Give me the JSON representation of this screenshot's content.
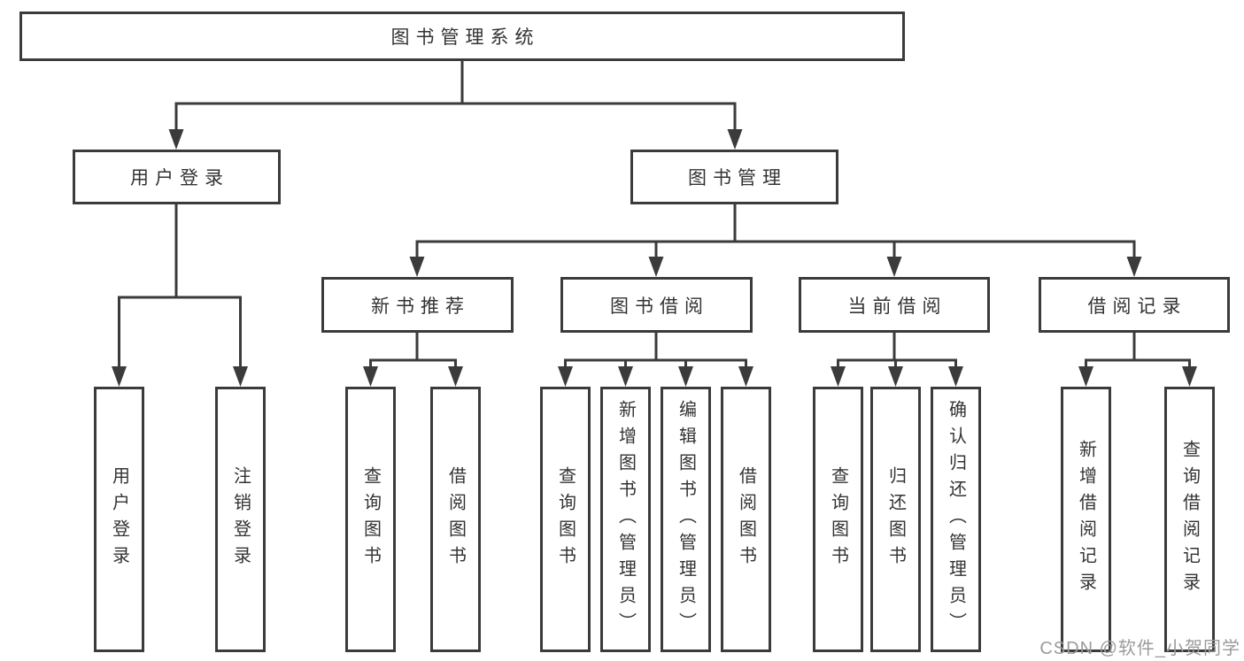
{
  "diagram": {
    "root": {
      "label": "图书管理系统"
    },
    "branches": [
      {
        "label": "用户登录",
        "children": [
          {
            "label": "用户登录"
          },
          {
            "label": "注销登录"
          }
        ]
      },
      {
        "label": "图书管理",
        "children": [
          {
            "label": "新书推荐",
            "children": [
              {
                "label": "查询图书"
              },
              {
                "label": "借阅图书"
              }
            ]
          },
          {
            "label": "图书借阅",
            "children": [
              {
                "label": "查询图书"
              },
              {
                "label": "新增图书（管理员）"
              },
              {
                "label": "编辑图书（管理员）"
              },
              {
                "label": "借阅图书"
              }
            ]
          },
          {
            "label": "当前借阅",
            "children": [
              {
                "label": "查询图书"
              },
              {
                "label": "归还图书"
              },
              {
                "label": "确认归还（管理员）"
              }
            ]
          },
          {
            "label": "借阅记录",
            "children": [
              {
                "label": "新增借阅记录"
              },
              {
                "label": "查询借阅记录"
              }
            ]
          }
        ]
      }
    ]
  },
  "watermark": {
    "text": "CSDN @软件_小贺同学"
  },
  "colors": {
    "line": "#3b3b3b",
    "box_border": "#3b3b3b",
    "box_fill": "#ffffff",
    "text": "#333333",
    "watermark": "#9b9b9b",
    "background": "#ffffff"
  }
}
